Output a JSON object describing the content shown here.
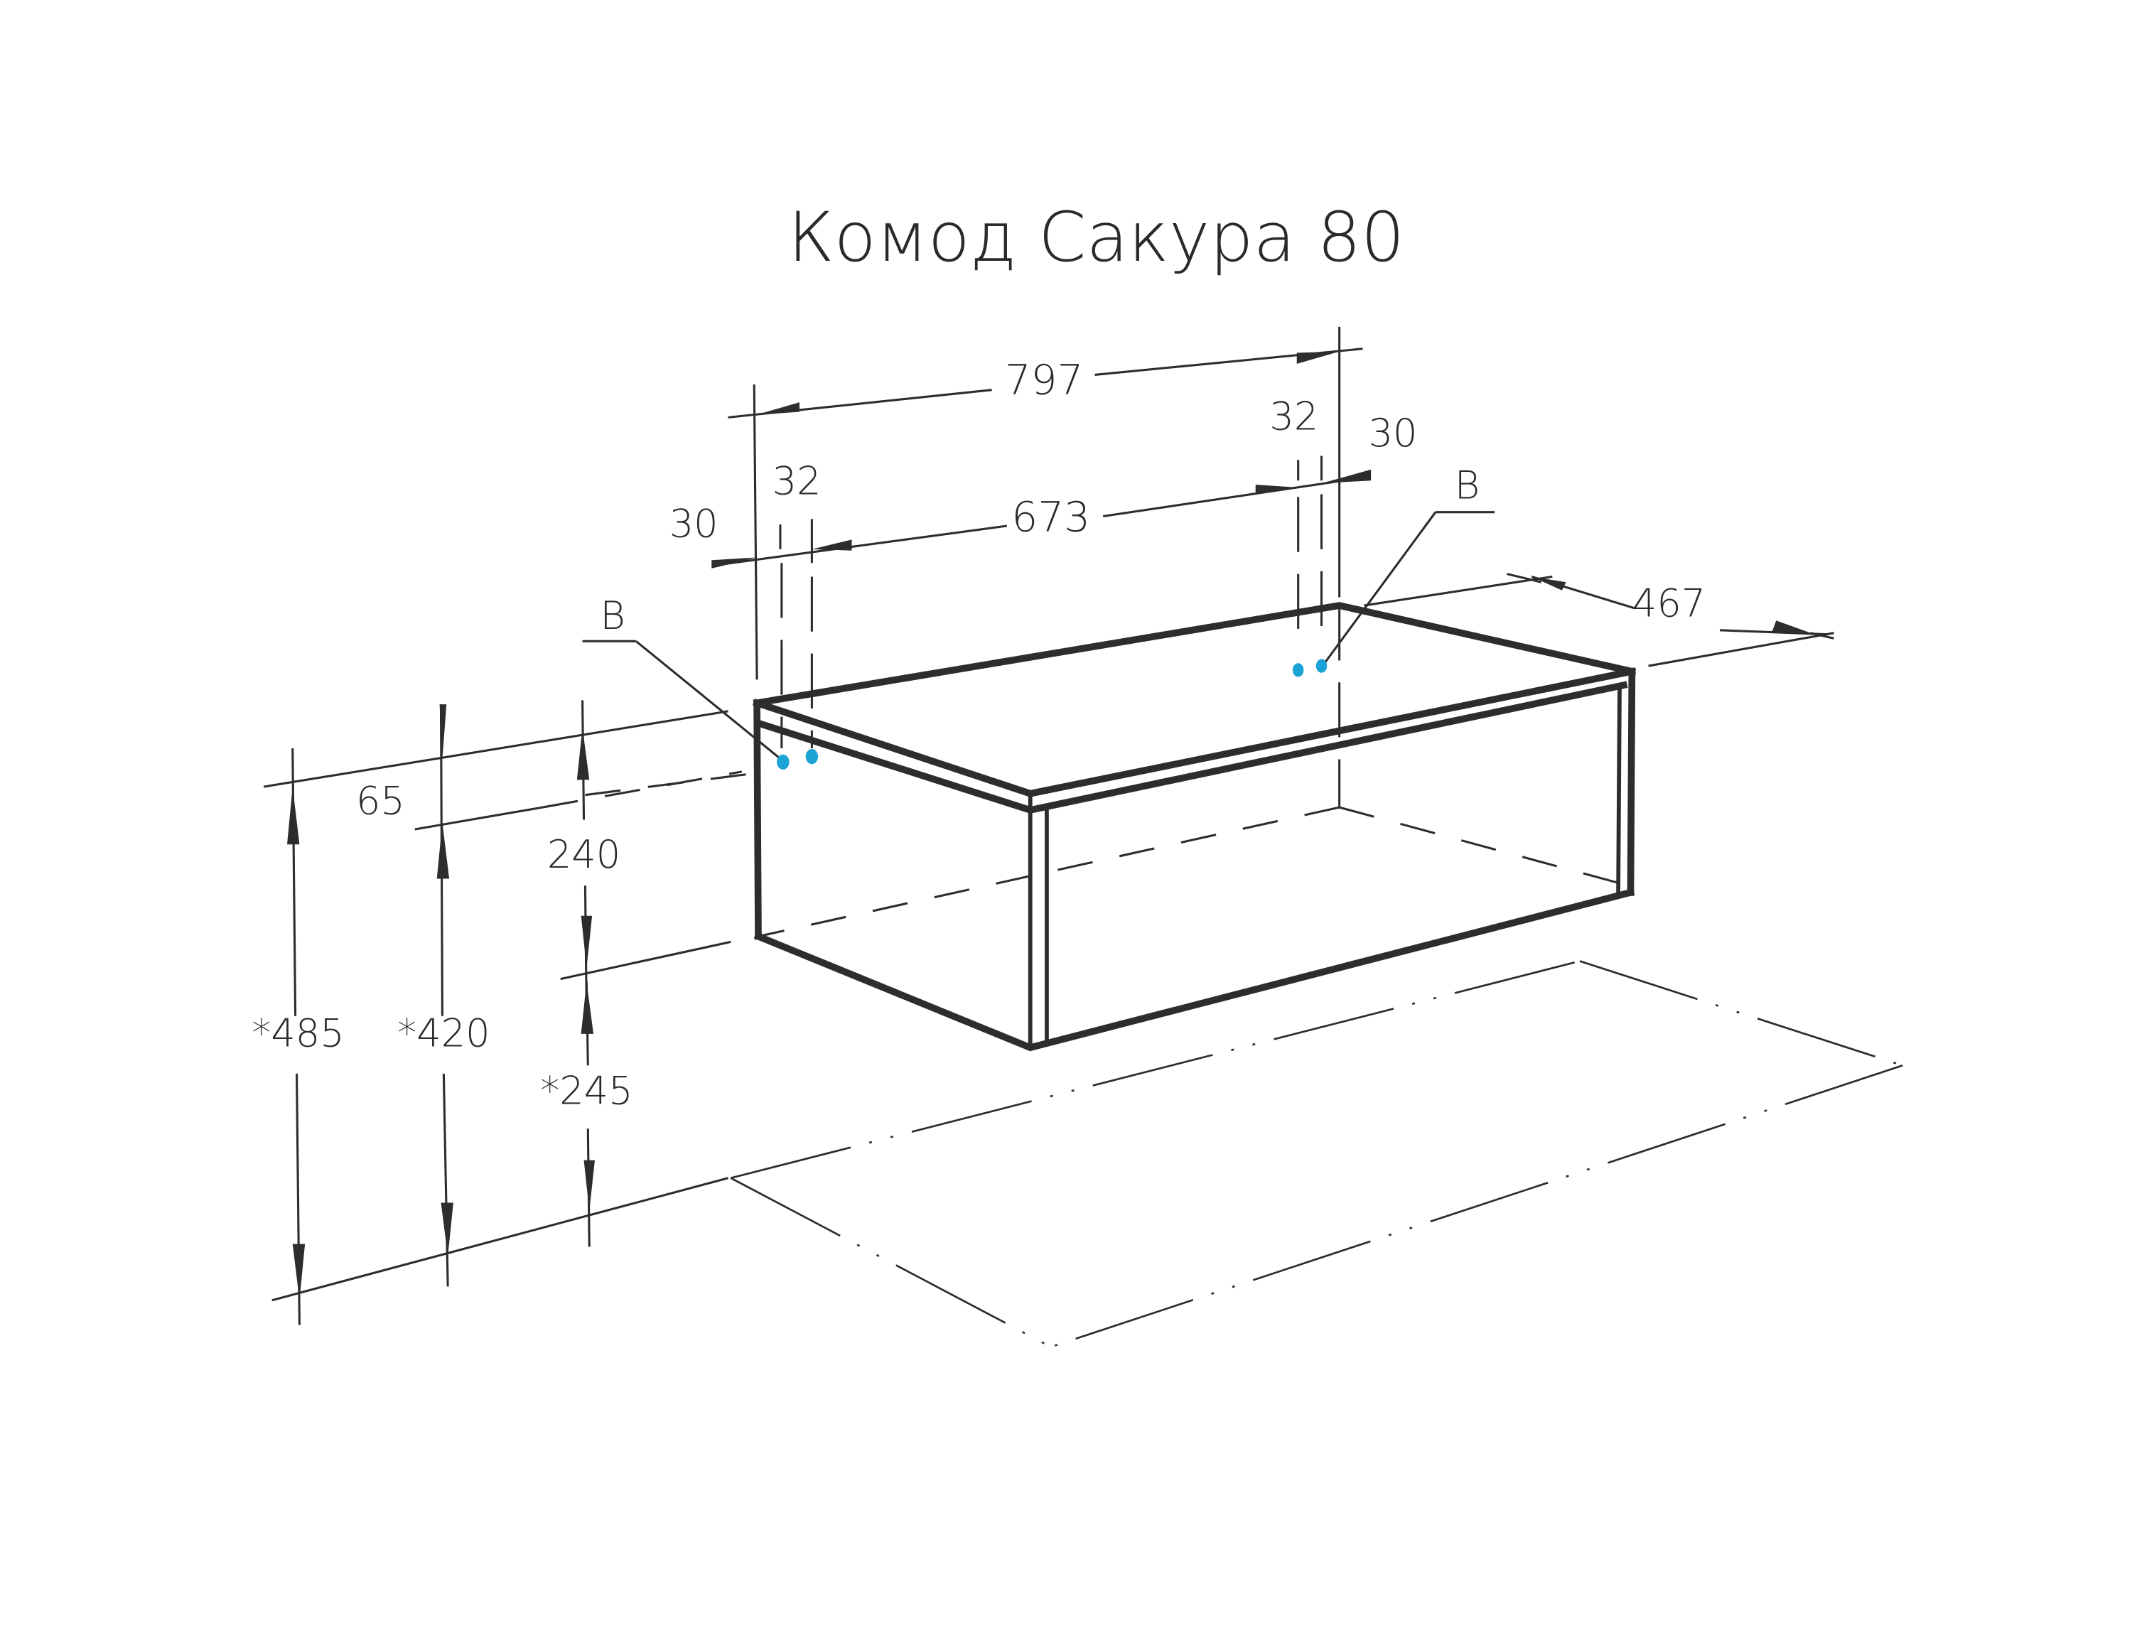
{
  "title": "Комод Сакура 80",
  "colors": {
    "line": "#2d2d2d",
    "mount_point": "#1aa3d4",
    "background": "#ffffff"
  },
  "dimensions": {
    "overall_width": "797",
    "mount_spacing": "673",
    "mount_offset_left": "30",
    "mount_pitch_left": "32",
    "mount_offset_right": "30",
    "mount_pitch_right": "32",
    "depth": "467",
    "top_offset": "65",
    "body_height": "240",
    "height_floor_to_top": "*485",
    "height_floor_to_mount": "*420",
    "height_floor_to_bottom": "*245"
  },
  "labels": {
    "mount_left": "B",
    "mount_right": "B"
  },
  "icons": {
    "mount_point": "cyan-dot"
  }
}
